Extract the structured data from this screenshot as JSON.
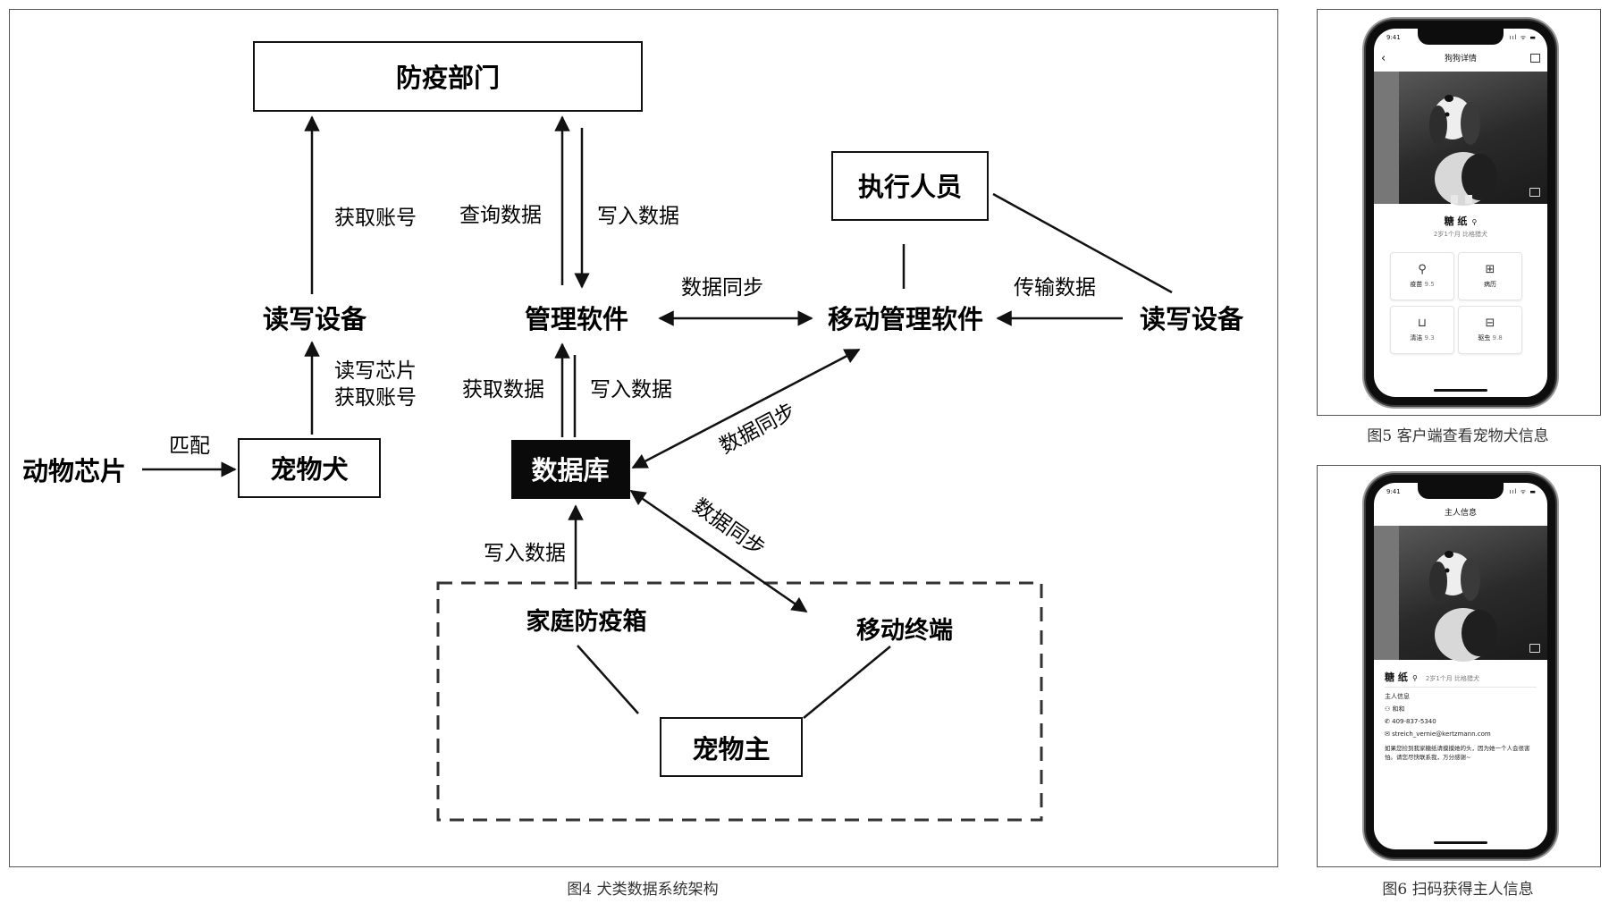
{
  "diagram": {
    "nodes": {
      "epidemic_dept": "防疫部门",
      "executor": "执行人员",
      "rw_device_left": "读写设备",
      "mgmt_software": "管理软件",
      "mobile_mgmt": "移动管理软件",
      "rw_device_right": "读写设备",
      "animal_chip": "动物芯片",
      "pet_dog": "宠物犬",
      "database": "数据库",
      "home_box": "家庭防疫箱",
      "mobile_terminal": "移动终端",
      "pet_owner": "宠物主"
    },
    "edge_labels": {
      "get_account": "获取账号",
      "query_data": "查询数据",
      "write_data_top": "写入数据",
      "sync_mgmt_mobile": "数据同步",
      "transmit_data": "传输数据",
      "rw_chip": "读写芯片",
      "get_account_2": "获取账号",
      "match": "匹配",
      "get_data": "获取数据",
      "write_data_mid": "写入数据",
      "sync_db_mobile": "数据同步",
      "sync_db_terminal": "数据同步",
      "write_data_bottom": "写入数据"
    },
    "caption": "图4 犬类数据系统架构"
  },
  "phone1": {
    "time": "9:41",
    "signal": "ııl ᯤ ▬",
    "nav_title": "狗狗详情",
    "dog_name": "糖 纸",
    "dog_meta": "2岁1个月 比格猎犬",
    "tiles": [
      {
        "icon": "syringe-icon",
        "glyph": "⚲",
        "label": "疫苗",
        "sub": "9.5"
      },
      {
        "icon": "medical-kit-icon",
        "glyph": "⊞",
        "label": "病历",
        "sub": ""
      },
      {
        "icon": "bathtub-icon",
        "glyph": "⊔",
        "label": "清洁",
        "sub": "9.3"
      },
      {
        "icon": "medicine-bottle-icon",
        "glyph": "⊟",
        "label": "驱虫",
        "sub": "9.8"
      }
    ],
    "caption": "图5 客户端查看宠物犬信息"
  },
  "phone2": {
    "time": "9:41",
    "signal": "ııl ᯤ ▬",
    "nav_title": "主人信息",
    "dog_name": "糖 纸",
    "dog_meta": "2岁1个月 比格猎犬",
    "section_title": "主人信息",
    "owner_name": "和和",
    "phone": "409-837-5340",
    "email": "streich_vernie@kertzmann.com",
    "note": "如果您捡到我家糖纸请摸摸她的头，因为她一个人会很害怕。请您尽快联系我，万分感谢~",
    "caption": "图6 扫码获得主人信息"
  }
}
